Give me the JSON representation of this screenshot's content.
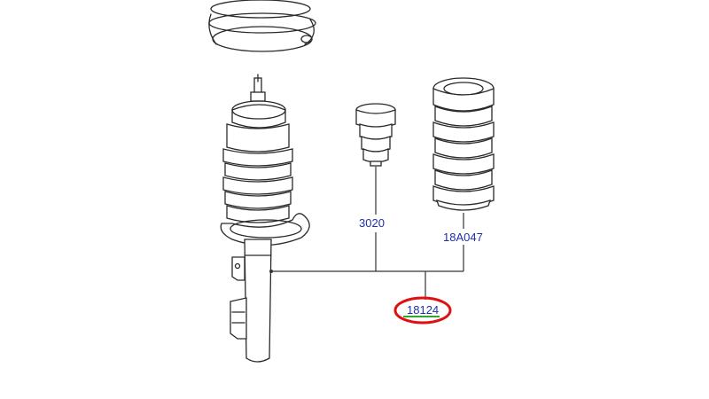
{
  "parts": {
    "spring": {
      "icon": "coil-spring-illustration"
    },
    "strut": {
      "icon": "shock-absorber-strut-illustration"
    },
    "bump_stop": {
      "number": "3020"
    },
    "dust_boot": {
      "number": "18A047"
    },
    "assembly": {
      "number": "18124",
      "highlight_color": "#e01010",
      "underline_color": "#2ea82e"
    }
  },
  "colors": {
    "label": "#1f2fa8",
    "line": "#2a2a2a",
    "background": "#ffffff"
  }
}
